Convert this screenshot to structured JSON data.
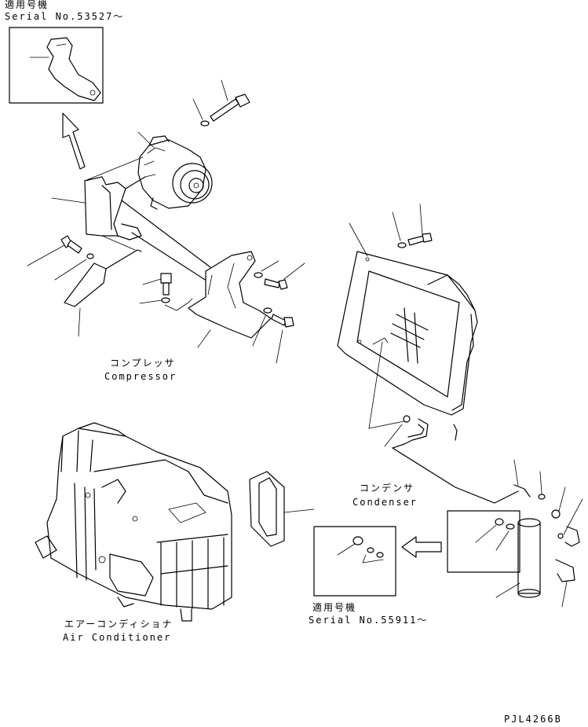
{
  "compressor_bracket_inset": {
    "applicable_label": "適用号機",
    "serial_label": "Serial No.53527〜"
  },
  "compressor": {
    "label_jp": "コンプレッサ",
    "label_en": "Compressor"
  },
  "condenser": {
    "label_jp": "コンデンサ",
    "label_en": "Condenser"
  },
  "receiver_inset": {
    "applicable_label": "適用号機",
    "serial_label": "Serial No.55911〜"
  },
  "air_conditioner": {
    "label_jp": "エアーコンディショナ",
    "label_en": "Air Conditioner"
  },
  "drawing_number": "PJL4266B"
}
